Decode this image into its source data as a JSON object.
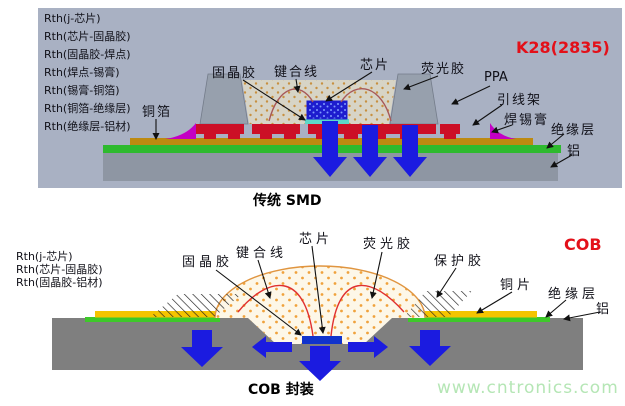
{
  "top": {
    "badge": "K28(2835)",
    "caption": "传统 SMD",
    "rth": [
      "Rth(j-芯片)",
      "Rth(芯片-固晶胶)",
      "Rth(固晶胶-焊点)",
      "Rth(焊点-锡膏)",
      "Rth(锡膏-铜箔)",
      "Rth(铜箔-绝缘层)",
      "Rth(绝缘层-铝材)"
    ],
    "labels": {
      "copper_foil": "铜箔",
      "die_attach": "固晶胶",
      "bond_wire": "键合线",
      "chip": "芯片",
      "phosphor": "荧光胶",
      "ppa": "PPA",
      "lead_frame": "引线架",
      "solder_paste": "焊锡膏",
      "insulation": "绝缘层",
      "aluminum": "铝"
    }
  },
  "bottom": {
    "badge": "COB",
    "caption": "COB 封装",
    "rth": [
      "Rth(j-芯片)",
      "Rth(芯片-固晶胶)",
      "Rth(固晶胶-铝材)"
    ],
    "labels": {
      "die_attach": "固晶胶",
      "bond_wire": "键合线",
      "chip": "芯片",
      "phosphor": "荧光胶",
      "protective": "保护胶",
      "copper_sheet": "铜片",
      "insulation": "绝缘层",
      "aluminum": "铝"
    }
  },
  "watermark": "www.cntronics.com",
  "colors": {
    "panel_bg": "#a9b1c3",
    "accent_red": "#e31019",
    "lead_frame_red": "#cc0f26",
    "solder_magenta": "#c400c4",
    "copper_dark": "#bd8a10",
    "copper_bright": "#f5c400",
    "insulation_green": "#3ec82a",
    "chip_blue": "#1d1dce",
    "arrow_blue": "#1b1be0",
    "aluminum_gray": "#8e96a3",
    "base_gray": "#7f7f7f",
    "watermark_green": "#b5e6b5"
  }
}
